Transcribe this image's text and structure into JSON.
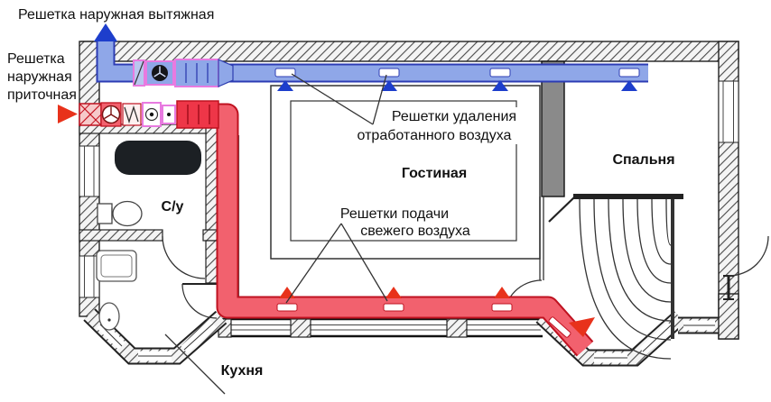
{
  "diagram": {
    "kind": "apartment-ventilation-floor-plan",
    "annotations": {
      "outdoor_exhaust_grille": "Решетка наружная вытяжная",
      "outdoor_supply_grille": [
        "Решетка",
        "наружная",
        "приточная"
      ],
      "exhaust_grilles_label": [
        "Решетки удаления",
        "отработанного воздуха"
      ],
      "supply_grilles_label": [
        "Решетки подачи",
        "свежего воздуха"
      ]
    },
    "rooms": {
      "living_room": "Гостиная",
      "bedroom": "Спальня",
      "bathroom": "С/у",
      "kitchen": "Кухня"
    },
    "markers": {
      "exhaust_ceiling_grilles": 4,
      "supply_floor_grilles": 4
    },
    "colors": {
      "exhaust_duct": "#8fa7e8",
      "exhaust_outline": "#2c3cb4",
      "exhaust_accent": "#1d3ecc",
      "supply_duct": "#f2616e",
      "supply_strong": "#ee3648",
      "supply_outline": "#bf1220",
      "supply_accent": "#e8321b",
      "equipment_frame": "#e87ae0"
    }
  }
}
